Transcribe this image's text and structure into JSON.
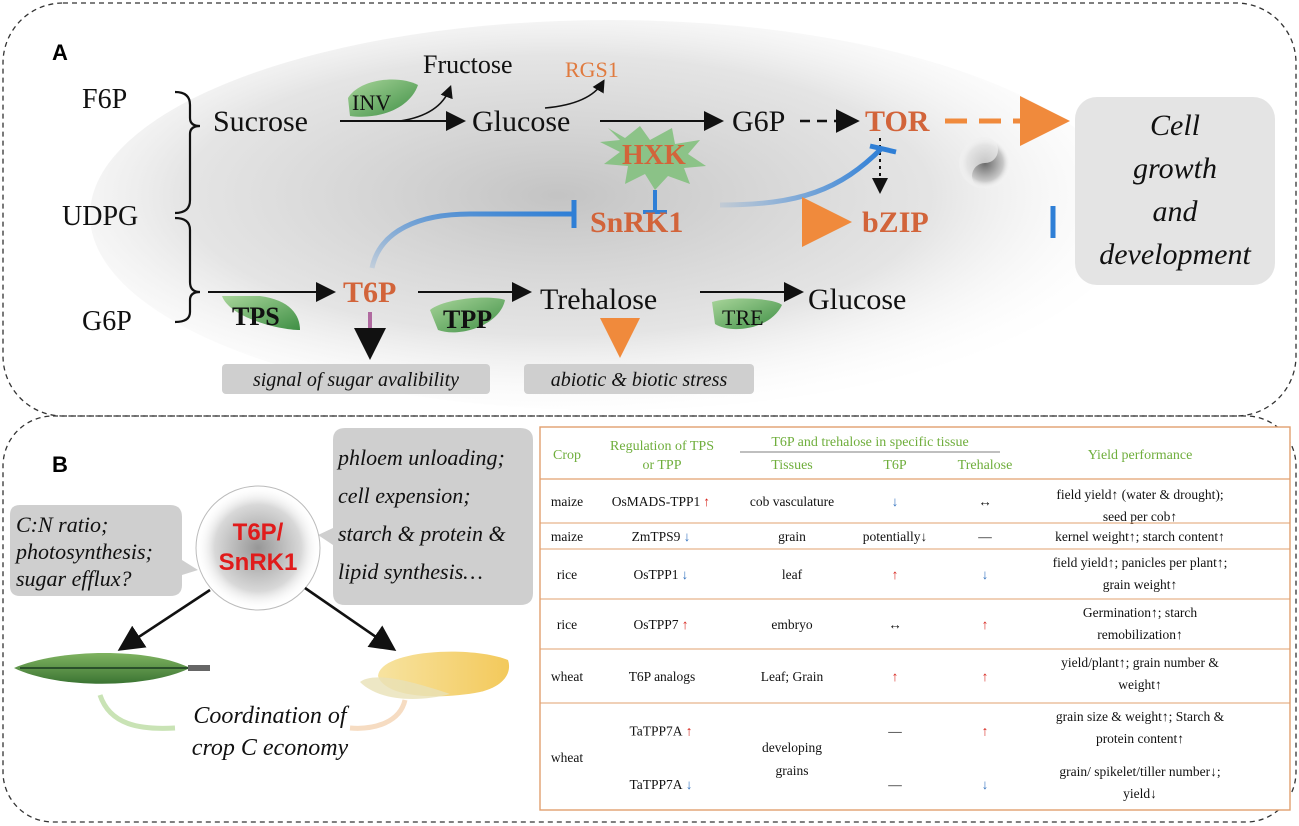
{
  "panel_a": {
    "letter": "A",
    "left_sugars": [
      "F6P",
      "UDPG",
      "G6P"
    ],
    "nodes": {
      "sucrose": "Sucrose",
      "fructose": "Fructose",
      "glucose_top": "Glucose",
      "rgs1": "RGS1",
      "g6p_mid": "G6P",
      "tor": "TOR",
      "hxk": "HXK",
      "snrk1": "SnRK1",
      "bzip": "bZIP",
      "t6p": "T6P",
      "trehalose": "Trehalose",
      "glucose_bottom": "Glucose"
    },
    "enzymes": {
      "inv": "INV",
      "tps": "TPS",
      "tpp": "TPP",
      "tre": "TRE"
    },
    "outcome_lines": [
      "Cell",
      "growth",
      "and",
      "development"
    ],
    "signal_label": "signal of sugar avalibility",
    "stress_label": "abiotic & biotic stress"
  },
  "panel_b": {
    "letter": "B",
    "left_callout": [
      "C:N ratio;",
      "photosynthesis;",
      "sugar efflux?"
    ],
    "right_callout": [
      "phloem unloading;",
      "cell expension;",
      "starch & protein &",
      "lipid synthesis…"
    ],
    "center_label": [
      "T6P/",
      "SnRK1"
    ],
    "coordination": [
      "Coordination of",
      "crop C economy"
    ],
    "table": {
      "headers": {
        "crop": "Crop",
        "regulation": [
          "Regulation of TPS",
          "or TPP"
        ],
        "tissue_group": "T6P and trehalose in specific tissue",
        "tissues": "Tissues",
        "t6p": "T6P",
        "trehalose": "Trehalose",
        "yield": "Yield performance"
      },
      "rows": [
        {
          "crop": "maize",
          "reg": "OsMADS-TPP1",
          "reg_dir": "↑",
          "tissue": "cob vasculature",
          "t6p": "↓",
          "tre": "↔",
          "yield": [
            "field yield↑ (water & drought);",
            "seed per cob↑"
          ]
        },
        {
          "crop": "maize",
          "reg": "ZmTPS9",
          "reg_dir": "↓",
          "tissue": "grain",
          "t6p": "potentially↓",
          "tre": "—",
          "yield": [
            "kernel weight↑;  starch content↑"
          ]
        },
        {
          "crop": "rice",
          "reg": "OsTPP1",
          "reg_dir": "↓",
          "tissue": "leaf",
          "t6p": "↑",
          "tre": "↓",
          "yield": [
            "field yield↑;  panicles per plant↑;",
            "grain weight↑"
          ]
        },
        {
          "crop": "rice",
          "reg": "OsTPP7",
          "reg_dir": "↑",
          "tissue": "embryo",
          "t6p": "↔",
          "tre": "↑",
          "yield": [
            "Germination↑;  starch",
            "remobilization↑"
          ]
        },
        {
          "crop": "wheat",
          "reg": "T6P analogs",
          "reg_dir": "",
          "tissue": "Leaf; Grain",
          "t6p": "↑",
          "tre": "↑",
          "yield": [
            "yield/plant↑; grain number &",
            "weight↑"
          ]
        },
        {
          "crop": "wheat",
          "reg": "TaTPP7A",
          "reg_dir": "↑",
          "tissue": "developing grains",
          "t6p": "—",
          "tre": "↑",
          "yield": [
            "grain size & weight↑;  Starch &",
            "protein content↑"
          ]
        },
        {
          "crop": "",
          "reg": "TaTPP7A",
          "reg_dir": "↓",
          "tissue": "",
          "t6p": "—",
          "tre": "↓",
          "yield": [
            "grain/ spikelet/tiller number↓;",
            "yield↓"
          ]
        }
      ]
    }
  }
}
